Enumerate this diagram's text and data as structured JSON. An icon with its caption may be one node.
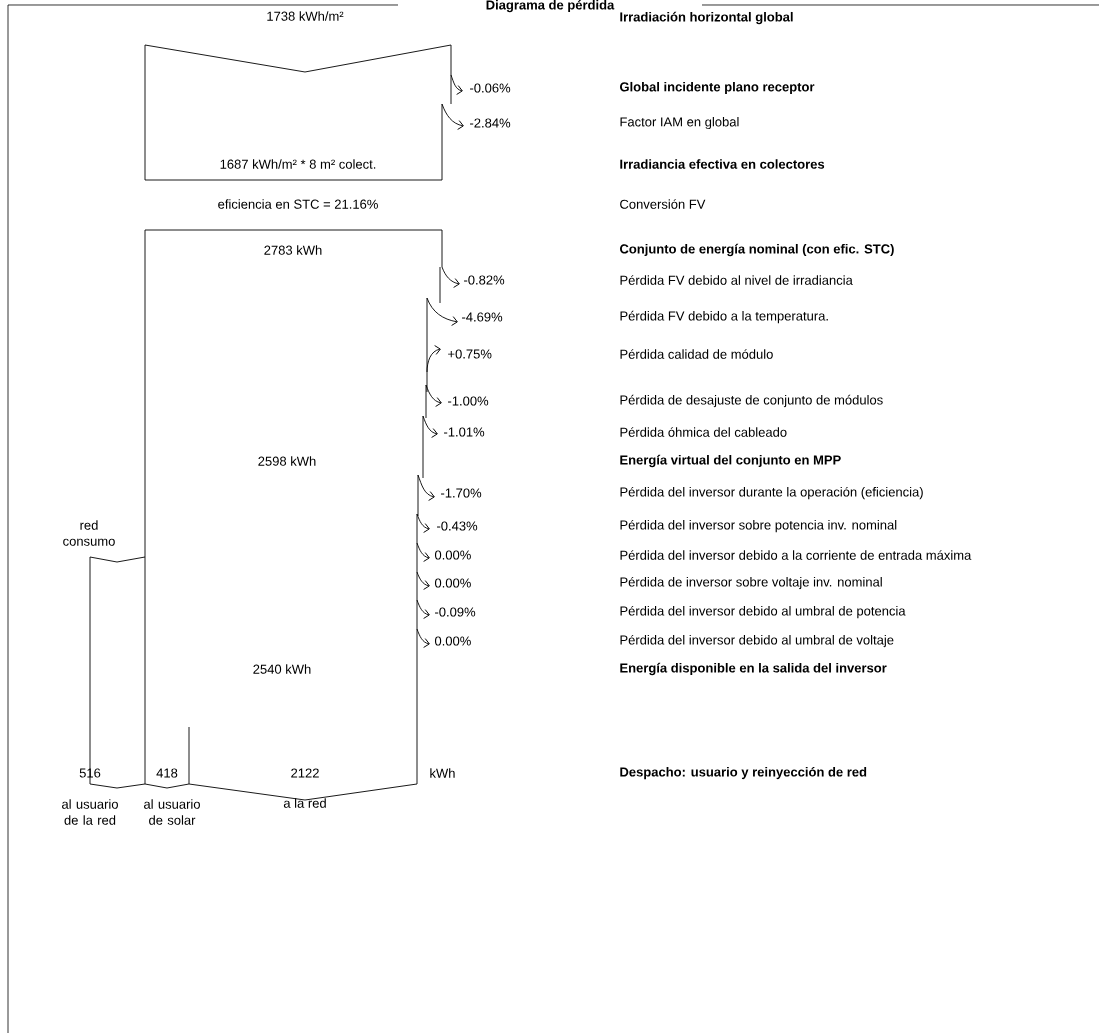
{
  "diagram": {
    "title": "Diagrama de pérdida",
    "labels": [
      "1738 kWh/m²",
      "Irradiación horizontal global",
      "-0.06%",
      "Global incidente plano receptor",
      "-2.84%",
      "Factor IAM en global",
      "1687 kWh/m² * 8 m² colect.",
      "Irradiancia efectiva en colectores",
      "eficiencia en STC = 21.16%",
      "Conversión FV",
      "2783 kWh",
      "Conjunto de energía nominal (con efic. STC)",
      "-0.82%",
      "Pérdida FV debido al nivel de irradiancia",
      "-4.69%",
      "Pérdida FV debido a la temperatura.",
      "+0.75%",
      "Pérdida calidad de módulo",
      "-1.00%",
      "Pérdida de desajuste de conjunto de módulos",
      "-1.01%",
      "Pérdida óhmica del cableado",
      "2598 kWh",
      "Energía virtual del conjunto en MPP",
      "-1.70%",
      "Pérdida del inversor durante la operación (eficiencia)",
      "red consumo",
      "-0.43%",
      "Pérdida del inversor sobre potencia inv. nominal",
      "0.00%",
      "Pérdida del inversor debido a la corriente de entrada máxima",
      "0.00%",
      "Pérdida de inversor sobre voltaje inv. nominal",
      "-0.09%",
      "Pérdida del inversor debido al umbral de potencia",
      "0.00%",
      "Pérdida del inversor debido al umbral de voltaje",
      "2540 kWh",
      "Energía disponible en la salida del inversor",
      "516",
      "418",
      "2122",
      "kWh",
      "Despacho: usuario y reinyección de red",
      "al usuario de la red",
      "al usuario de solar",
      "a la red"
    ]
  }
}
